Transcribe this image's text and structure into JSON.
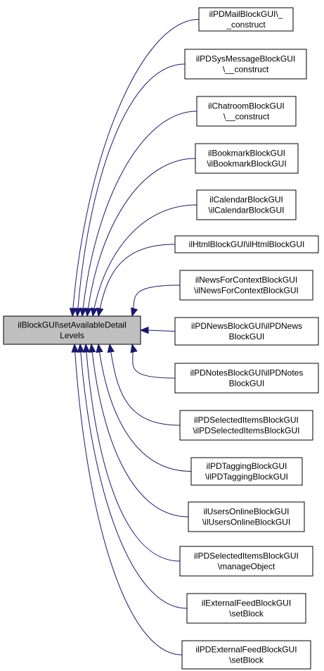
{
  "root": {
    "lines": [
      "ilBlockGUI\\setAvailableDetail",
      "Levels"
    ]
  },
  "callers": [
    {
      "lines": [
        "ilPDMailBlockGUI\\_",
        "_construct"
      ]
    },
    {
      "lines": [
        "ilPDSysMessageBlockGUI",
        "\\__construct"
      ]
    },
    {
      "lines": [
        "ilChatroomBlockGUI",
        "\\__construct"
      ]
    },
    {
      "lines": [
        "ilBookmarkBlockGUI",
        "\\ilBookmarkBlockGUI"
      ]
    },
    {
      "lines": [
        "ilCalendarBlockGUI",
        "\\ilCalendarBlockGUI"
      ]
    },
    {
      "lines": [
        "ilHtmlBlockGUI\\ilHtmlBlockGUI"
      ]
    },
    {
      "lines": [
        "ilNewsForContextBlockGUI",
        "\\ilNewsForContextBlockGUI"
      ]
    },
    {
      "lines": [
        "ilPDNewsBlockGUI\\ilPDNews",
        "BlockGUI"
      ]
    },
    {
      "lines": [
        "ilPDNotesBlockGUI\\ilPDNotes",
        "BlockGUI"
      ]
    },
    {
      "lines": [
        "ilPDSelectedItemsBlockGUI",
        "\\ilPDSelectedItemsBlockGUI"
      ]
    },
    {
      "lines": [
        "ilPDTaggingBlockGUI",
        "\\ilPDTaggingBlockGUI"
      ]
    },
    {
      "lines": [
        "ilUsersOnlineBlockGUI",
        "\\ilUsersOnlineBlockGUI"
      ]
    },
    {
      "lines": [
        "ilPDSelectedItemsBlockGUI",
        "\\manageObject"
      ]
    },
    {
      "lines": [
        "ilExternalFeedBlockGUI",
        "\\setBlock"
      ]
    },
    {
      "lines": [
        "ilPDExternalFeedBlockGUI",
        "\\setBlock"
      ]
    }
  ]
}
